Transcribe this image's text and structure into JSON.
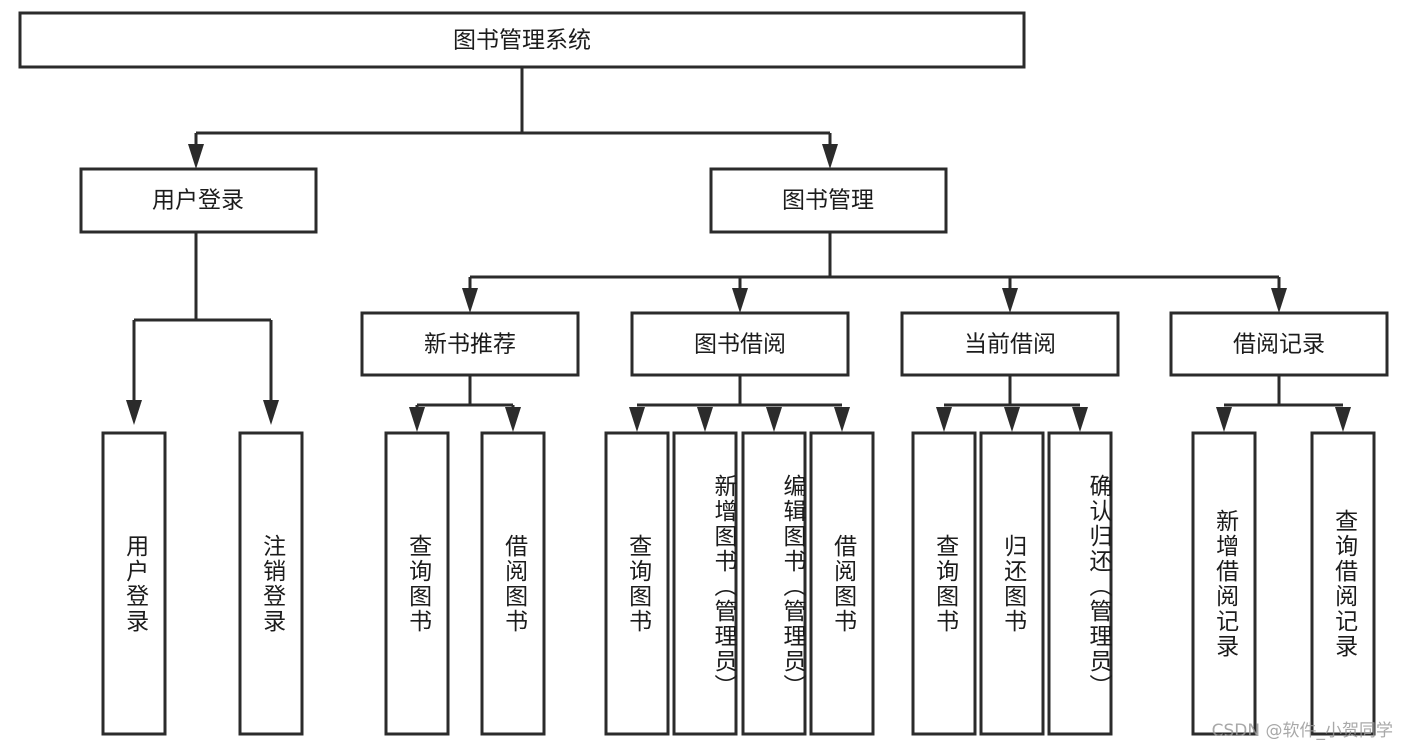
{
  "diagram": {
    "type": "tree",
    "title": "图书管理系统",
    "watermark": "CSDN @软件_小贺同学",
    "colors": {
      "stroke": "#2b2b2b",
      "fill": "#ffffff",
      "text": "#1c1c1c",
      "watermark": "#9a9a9a"
    },
    "root": {
      "label": "图书管理系统"
    },
    "level2": [
      {
        "label": "用户登录"
      },
      {
        "label": "图书管理"
      }
    ],
    "level3": [
      {
        "label": "新书推荐"
      },
      {
        "label": "图书借阅"
      },
      {
        "label": "当前借阅"
      },
      {
        "label": "借阅记录"
      }
    ],
    "leaves": [
      {
        "label": "用户登录",
        "parent": "用户登录"
      },
      {
        "label": "注销登录",
        "parent": "用户登录"
      },
      {
        "label": "查询图书",
        "parent": "新书推荐"
      },
      {
        "label": "借阅图书",
        "parent": "新书推荐"
      },
      {
        "label": "查询图书",
        "parent": "图书借阅"
      },
      {
        "label": "新增图书（管理员）",
        "parent": "图书借阅"
      },
      {
        "label": "编辑图书（管理员）",
        "parent": "图书借阅"
      },
      {
        "label": "借阅图书",
        "parent": "图书借阅"
      },
      {
        "label": "查询图书",
        "parent": "当前借阅"
      },
      {
        "label": "归还图书",
        "parent": "当前借阅"
      },
      {
        "label": "确认归还（管理员）",
        "parent": "当前借阅"
      },
      {
        "label": "新增借阅记录",
        "parent": "借阅记录"
      },
      {
        "label": "查询借阅记录",
        "parent": "借阅记录"
      }
    ]
  }
}
